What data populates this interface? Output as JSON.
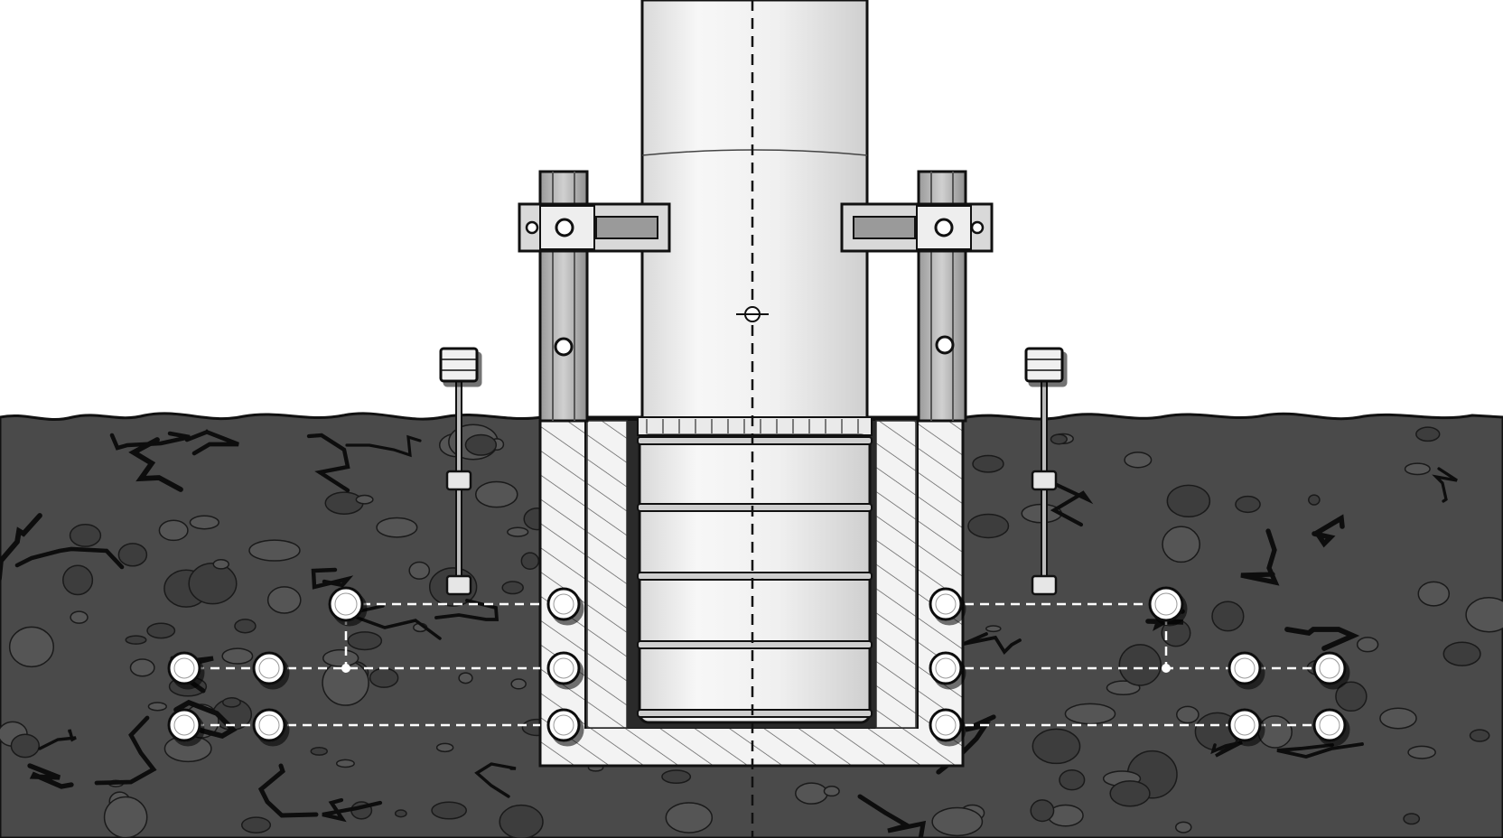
{
  "diagram": {
    "title": "",
    "labels": [],
    "colors": {
      "sky": "#ffffff",
      "soil": "#4a4a4a",
      "soil_dark": "#2a2a2a",
      "soil_crack": "#111111",
      "pile_light": "#f2f2f2",
      "pile_shade": "#d8d8d8",
      "concrete": "#efefef",
      "steel": "#b8b8b8",
      "outline": "#111111",
      "sensor_fill": "#ffffff",
      "dash": "#ffffff"
    },
    "components": [
      {
        "name": "pile-column",
        "icon": "cylinder-icon"
      },
      {
        "name": "pile-cap-box",
        "icon": "hatched-box-icon"
      },
      {
        "name": "guide-frame-left",
        "icon": "bracket-icon"
      },
      {
        "name": "guide-frame-right",
        "icon": "bracket-icon"
      },
      {
        "name": "settlement-gauge-left",
        "icon": "gauge-rod-icon"
      },
      {
        "name": "settlement-gauge-right",
        "icon": "gauge-rod-icon"
      },
      {
        "name": "soil-sensor-array",
        "icon": "circle-node-icon"
      }
    ]
  }
}
